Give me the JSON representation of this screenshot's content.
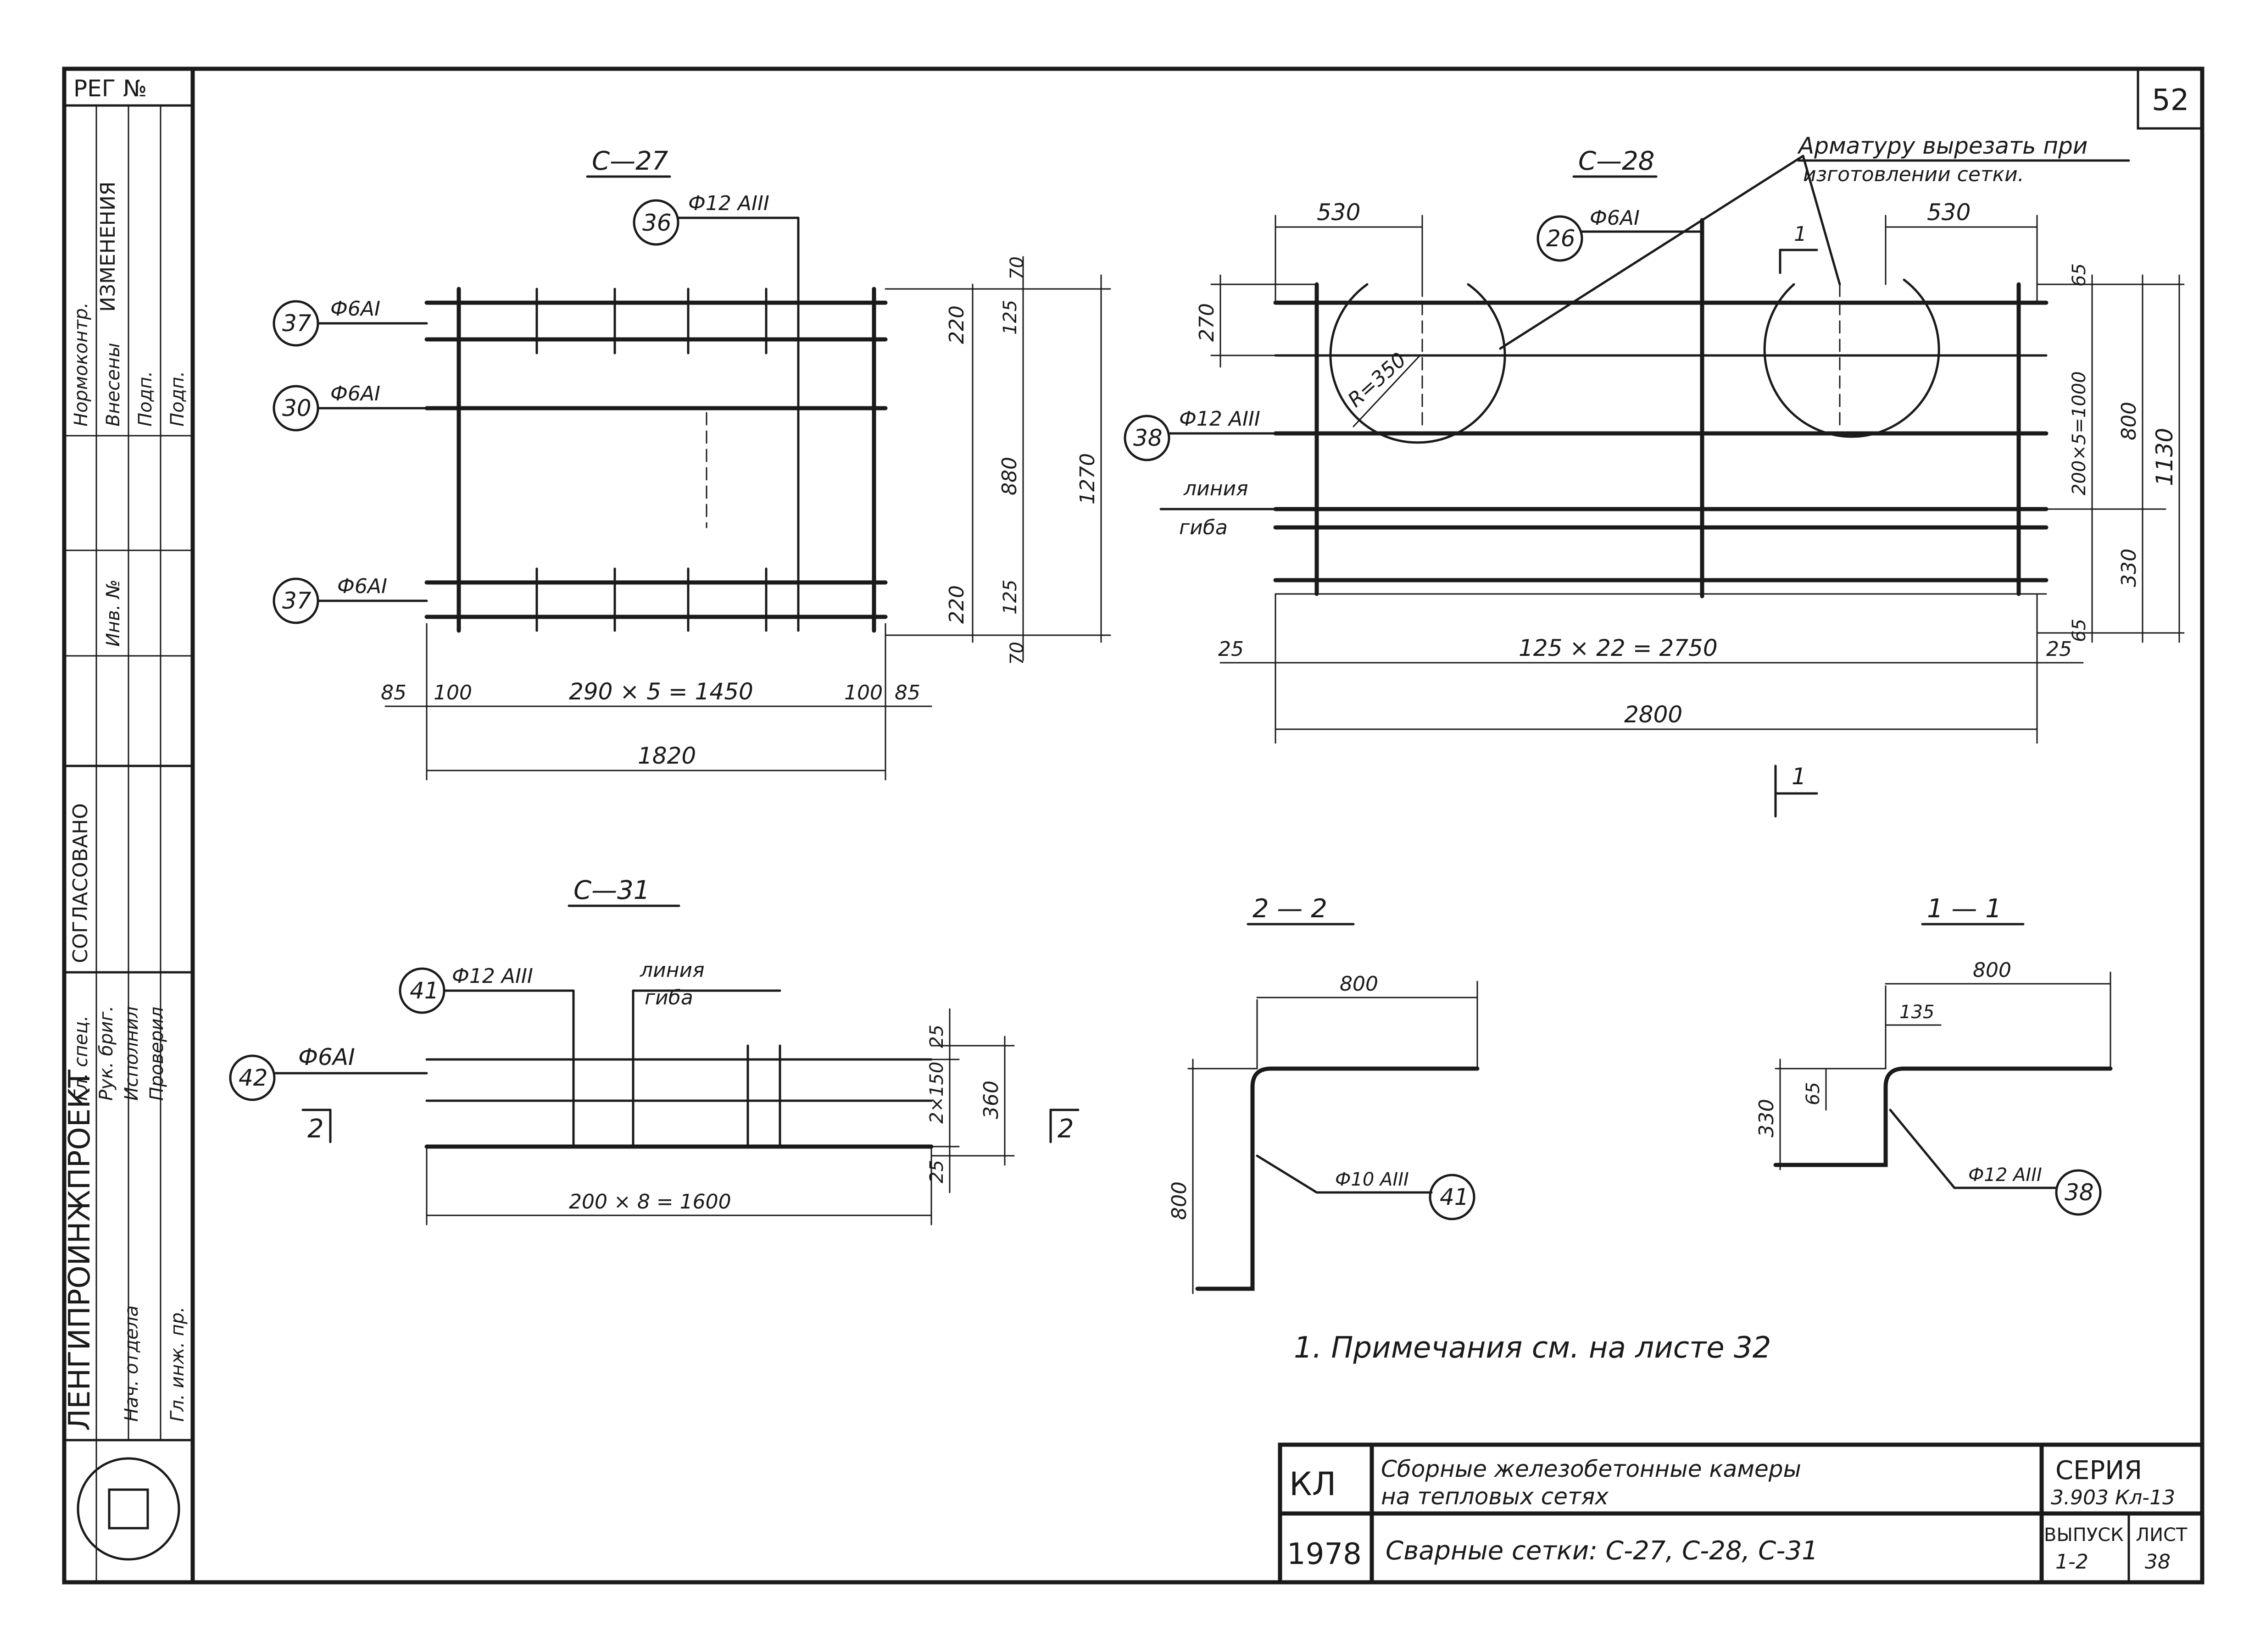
{
  "sheet": {
    "reg": "РЕГ №",
    "sheet_number": "52",
    "side_stamp": {
      "org": "ЛЕНГИПРОИНЖПРОЕКТ",
      "agreed": "СОГЛАСОВАНО",
      "changes": "ИЗМЕНЕНИЯ",
      "lines": [
        "Нормоконтр.",
        "Внесены",
        "Подп.",
        "Подп.",
        "Инв. №",
        "Гл. спец.",
        "Рук. бриг.",
        "Исполнил",
        "Проверил",
        "Нач. отдела",
        "Гл. инж. пр."
      ]
    }
  },
  "drawings": {
    "c27": {
      "title": "С—27",
      "bars": [
        {
          "num": "36",
          "label": "Ф12 АIII"
        },
        {
          "num": "37",
          "label": "Ф6АI"
        },
        {
          "num": "30",
          "label": "Ф6АI"
        },
        {
          "num": "37",
          "label": "Ф6АI"
        }
      ],
      "dims": {
        "d85a": "85",
        "d100a": "100",
        "mid": "290 × 5 = 1450",
        "d100b": "100",
        "d85b": "85",
        "total": "1820",
        "v70a": "70",
        "v220a": "220",
        "v125a": "125",
        "v880": "880",
        "v1270": "1270",
        "v125b": "125",
        "v220b": "220",
        "v70b": "70"
      }
    },
    "c28": {
      "title": "С—28",
      "note": [
        "Арматуру вырезать при",
        "изготовлении сетки."
      ],
      "bars": [
        {
          "num": "26",
          "label": "Ф6АI"
        },
        {
          "num": "38",
          "label": "Ф12 АIII"
        }
      ],
      "bend_line": [
        "линия",
        "гиба"
      ],
      "radius": "R=350",
      "section_mark": "1",
      "dims": {
        "top_left": "530",
        "top_right": "530",
        "v270": "270",
        "d25a": "25",
        "mid": "125 × 22 = 2750",
        "d25b": "25",
        "total": "2800",
        "v65a": "65",
        "v200": "200×5=1000",
        "v800": "800",
        "v1130": "1130",
        "v330": "330",
        "v65b": "65"
      }
    },
    "c31": {
      "title": "С—31",
      "bars": [
        {
          "num": "41",
          "label": "Ф12 АIII"
        },
        {
          "num": "42",
          "label": "Ф6АI"
        }
      ],
      "bend_line": [
        "линия",
        "гиба"
      ],
      "section_mark": "2",
      "dims": {
        "mid": "200 × 8 = 1600",
        "v25a": "25",
        "v2x150": "2×150",
        "v25b": "25",
        "v360": "360"
      }
    },
    "s22": {
      "title": "2 — 2",
      "dims": {
        "top": "800",
        "left": "800"
      },
      "bar": {
        "num": "41",
        "label": "Ф10 АIII"
      }
    },
    "s11": {
      "title": "1 — 1",
      "dims": {
        "top": "800",
        "d135": "135",
        "d65": "65",
        "d330": "330"
      },
      "bar": {
        "num": "38",
        "label": "Ф12 АIII"
      }
    }
  },
  "note": "1. Примечания см. на листе 32",
  "title_block": {
    "code": "КЛ",
    "year": "1978",
    "title_line1": "Сборные железобетонные камеры",
    "title_line2": "на   тепловых   сетях",
    "subtitle": "Сварные   сетки:   С-27,  С-28,  С-31",
    "series_label": "СЕРИЯ",
    "series_value": "3.903 Кл-13",
    "issue_label": "ВЫПУСК",
    "issue_value": "1-2",
    "sheet_label": "ЛИСТ",
    "sheet_value": "38"
  }
}
